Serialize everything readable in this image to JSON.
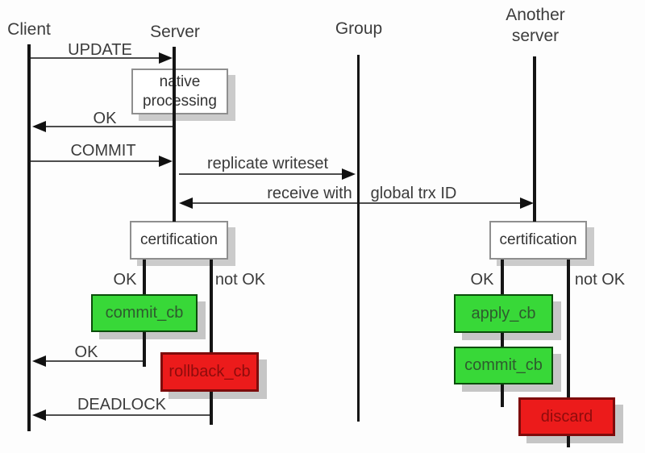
{
  "diagram": {
    "actors": {
      "client": "Client",
      "server": "Server",
      "group": "Group",
      "another_server": "Another server"
    },
    "messages": {
      "update": "UPDATE",
      "ok_native": "OK",
      "commit": "COMMIT",
      "replicate_writeset": "replicate writeset",
      "receive_with": "receive with",
      "global_trx_id": "global trx ID",
      "ok_commit": "OK",
      "deadlock": "DEADLOCK"
    },
    "activities": {
      "native_processing": "native processing",
      "certification_server": "certification",
      "certification_another": "certification",
      "commit_cb_server": "commit_cb",
      "rollback_cb": "rollback_cb",
      "apply_cb": "apply_cb",
      "commit_cb_another": "commit_cb",
      "discard": "discard"
    },
    "branches": {
      "server_ok": "OK",
      "server_not_ok": "not OK",
      "another_ok": "OK",
      "another_not_ok": "not OK"
    },
    "colors": {
      "success_green": "#38d838",
      "failure_red": "#ec1b1b"
    }
  }
}
